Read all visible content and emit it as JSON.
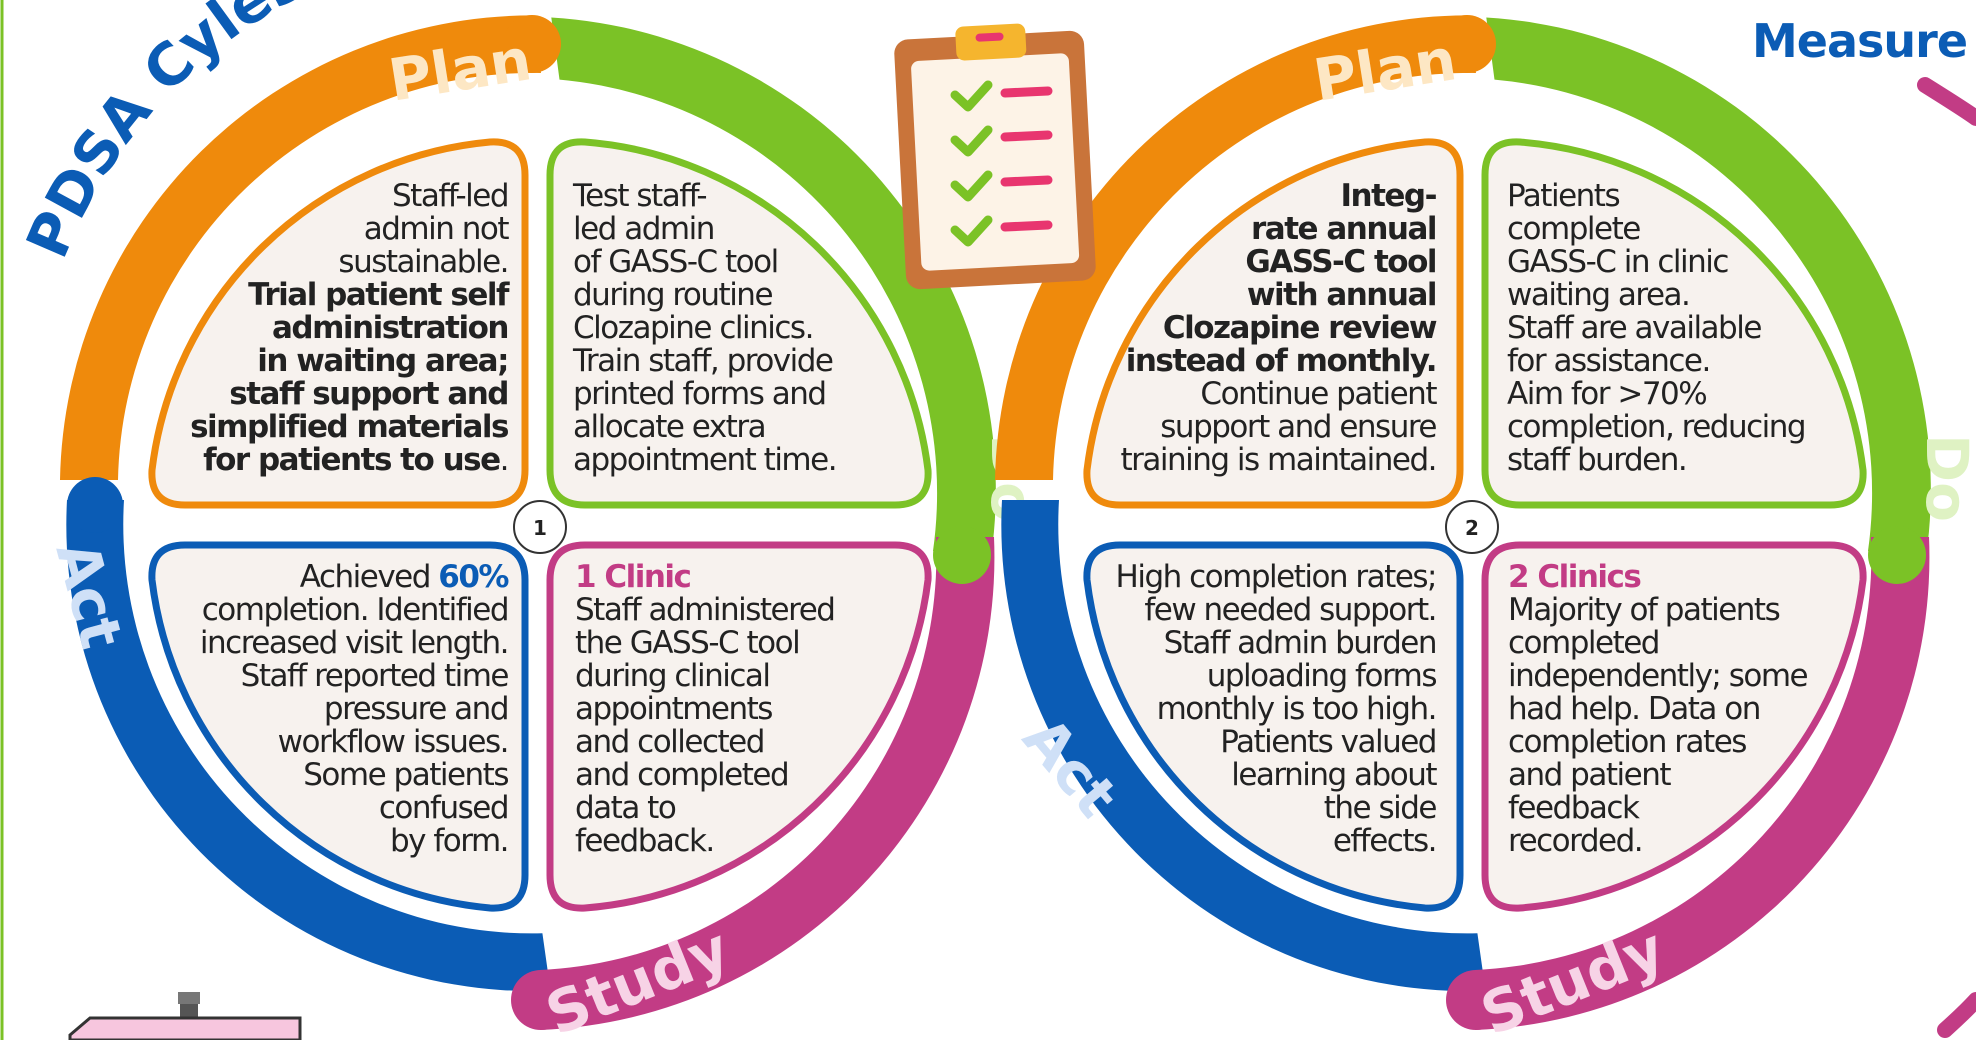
{
  "title": "PDSA Cyles",
  "right_heading": "Measure",
  "cycles": [
    {
      "number": "1",
      "arc_labels": {
        "plan": "Plan",
        "do": "Do",
        "study": "Study",
        "act": "Act"
      },
      "plan": {
        "lines": [
          "Staff-led",
          "admin not",
          "sustainable."
        ],
        "bold_lines": [
          "Trial patient self",
          "administration",
          "in waiting area;",
          "staff support and",
          "simplified materials"
        ],
        "last_bold": "for patients to use",
        "last_tail": "."
      },
      "do": {
        "lines": [
          "Test staff-",
          "led admin",
          "of GASS-C tool",
          "during routine",
          "Clozapine clinics.",
          "Train staff, provide",
          "printed forms and",
          "allocate extra",
          "appointment time."
        ]
      },
      "act": {
        "first_prefix": "Achieved ",
        "first_highlight": "60%",
        "lines": [
          "completion. Identified",
          "increased visit length.",
          "Staff reported time",
          "pressure and",
          "workflow issues.",
          "Some patients",
          "confused",
          "by form."
        ]
      },
      "study": {
        "heading": "1 Clinic",
        "lines": [
          "Staff administered",
          "the GASS-C tool",
          "during clinical",
          "appointments",
          "and collected",
          "and completed",
          "data to",
          "feedback."
        ]
      }
    },
    {
      "number": "2",
      "arc_labels": {
        "plan": "Plan",
        "do": "Do",
        "study": "Study",
        "act": "Act"
      },
      "plan": {
        "bold_lines": [
          "Integ-",
          "rate annual",
          "GASS-C tool",
          "with annual",
          "Clozapine review",
          "instead of monthly."
        ],
        "lines": [
          "Continue patient",
          "support and ensure",
          "training is maintained."
        ]
      },
      "do": {
        "lines": [
          "Patients",
          "complete",
          "GASS-C in clinic",
          "waiting area.",
          "Staff are available",
          "for assistance.",
          "Aim for >70%",
          "completion, reducing",
          "staff burden."
        ]
      },
      "act": {
        "lines": [
          "High completion rates;",
          "few needed support.",
          "Staff admin burden",
          "uploading forms",
          "monthly is too high.",
          "Patients valued",
          "learning about",
          "the side",
          "effects."
        ]
      },
      "study": {
        "heading": "2 Clinics",
        "lines": [
          "Majority of patients",
          "completed",
          "independently; some",
          "had help. Data on",
          "completion rates",
          "and patient",
          "feedback",
          "recorded."
        ]
      }
    }
  ],
  "colors": {
    "plan": "#ef8a0c",
    "do": "#7bc226",
    "study": "#c23c85",
    "act": "#0b5cb5",
    "title": "#0b5cb5",
    "card_bg": "#f7f2ee",
    "clipboard": "#c9743a"
  },
  "icons": [
    "clipboard-checklist-icon",
    "signpost-icon"
  ]
}
